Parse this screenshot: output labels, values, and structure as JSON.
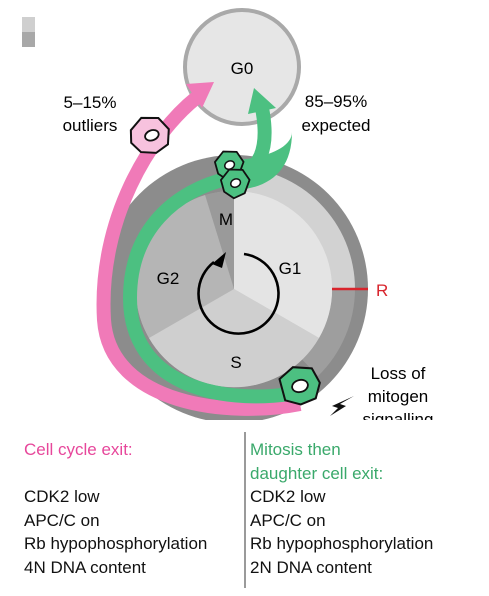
{
  "colors": {
    "pink": "#f07ab8",
    "green": "#4cc081",
    "red": "#d8242c",
    "gray_dark": "#8c8c8c",
    "gray_mid": "#a9a9a9",
    "gray_light": "#cdcdcd",
    "gray_lighter": "#e5e5e5"
  },
  "diagram": {
    "g0_label": "G0",
    "outliers_line1": "5–15%",
    "outliers_line2": "outliers",
    "expected_line1": "85–95%",
    "expected_line2": "expected",
    "phase_m": "M",
    "phase_g1": "G1",
    "phase_g2": "G2",
    "phase_s": "S",
    "restriction_point": "R",
    "loss_line1": "Loss of",
    "loss_line2": "mitogen",
    "loss_line3": "signalling"
  },
  "left_panel": {
    "heading": "Cell cycle exit:",
    "lines": [
      "CDK2 low",
      "APC/C on",
      "Rb hypophosphorylation",
      "4N DNA content"
    ]
  },
  "right_panel": {
    "heading_line1": "Mitosis then",
    "heading_line2": "daughter cell exit:",
    "lines": [
      "CDK2 low",
      "APC/C on",
      "Rb hypophosphorylation",
      "2N DNA content"
    ]
  }
}
